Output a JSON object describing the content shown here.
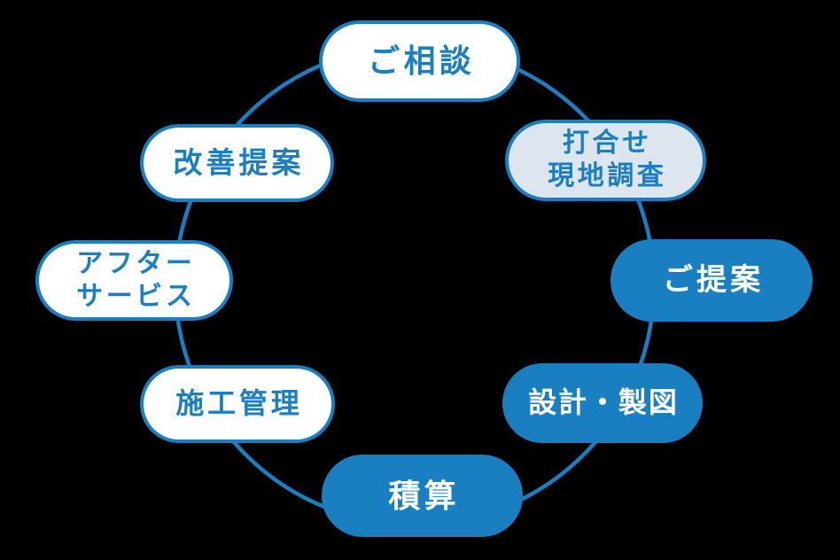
{
  "colors": {
    "background": "#000000",
    "blue": "#1a7fc1",
    "tint": "#dde6ee",
    "white": "#ffffff"
  },
  "diagram": {
    "type": "circular-process-cycle",
    "direction": "clockwise-from-top"
  },
  "steps": [
    {
      "name": "consultation",
      "style": "outline",
      "lines": [
        "ご相談"
      ]
    },
    {
      "name": "meeting-site-survey",
      "style": "tint",
      "lines": [
        "打合せ",
        "現地調査"
      ]
    },
    {
      "name": "proposal",
      "style": "filled",
      "lines": [
        "ご提案"
      ]
    },
    {
      "name": "design-drafting",
      "style": "filled",
      "lines": [
        "設計・製図"
      ]
    },
    {
      "name": "estimation",
      "style": "filled",
      "lines": [
        "積算"
      ]
    },
    {
      "name": "construction-management",
      "style": "outline",
      "lines": [
        "施工管理"
      ]
    },
    {
      "name": "after-service",
      "style": "outline",
      "lines": [
        "アフター",
        "サービス"
      ]
    },
    {
      "name": "improvement-proposal",
      "style": "outline",
      "lines": [
        "改善提案"
      ]
    }
  ]
}
